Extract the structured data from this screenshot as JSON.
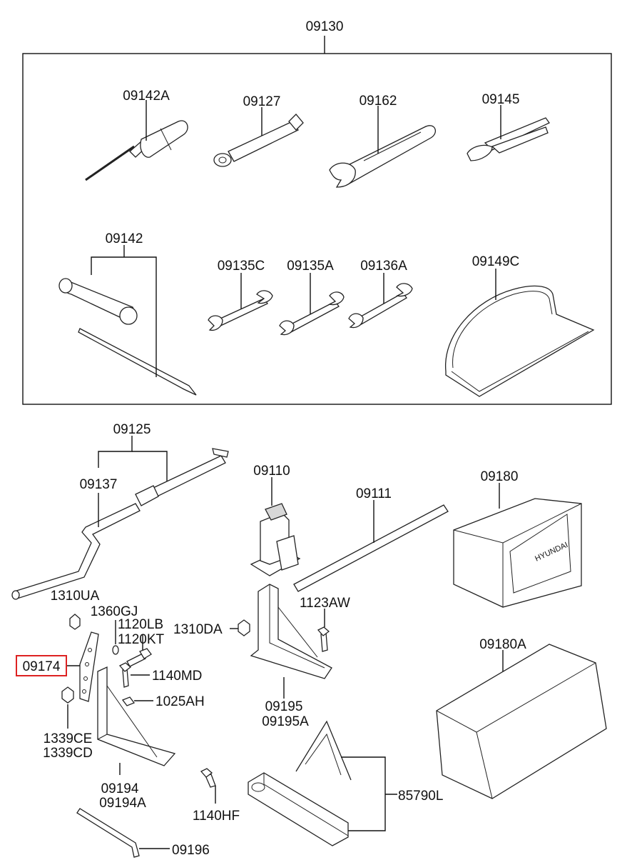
{
  "kit": {
    "label": "09130",
    "tools": {
      "screwdriver_a": "09142A",
      "socket_bar": "09127",
      "adjustable_wrench": "09162",
      "pliers": "09145",
      "screwdriver_set": "09142",
      "spanner_c": "09135C",
      "spanner_a": "09135A",
      "spanner_136a": "09136A",
      "tool_bag": "09149C"
    }
  },
  "lower": {
    "handle_assy": "09125",
    "crank_handle": "09137",
    "jack": "09110",
    "jack_rod": "09111",
    "tool_box": "09180",
    "tool_box_a": "09180A",
    "nut_1310ua": "1310UA",
    "washer_1360gj": "1360GJ",
    "bolt_1120lb": "1120LB",
    "bolt_1120kt": "1120KT",
    "nut_1310da": "1310DA",
    "bolt_1123aw": "1123AW",
    "bracket_highlighted": "09174",
    "bolt_1140md": "1140MD",
    "clip_1025ah": "1025AH",
    "nut_1339ce": "1339CE",
    "nut_1339cd": "1339CD",
    "bracket_09195": "09195",
    "bracket_09195a": "09195A",
    "bracket_09194": "09194",
    "bracket_09194a": "09194A",
    "bolt_1140hf": "1140HF",
    "hex_key": "09196",
    "warning_triangle": "85790L"
  },
  "colors": {
    "line": "#111111",
    "highlight": "#dd2222",
    "background": "#ffffff"
  }
}
